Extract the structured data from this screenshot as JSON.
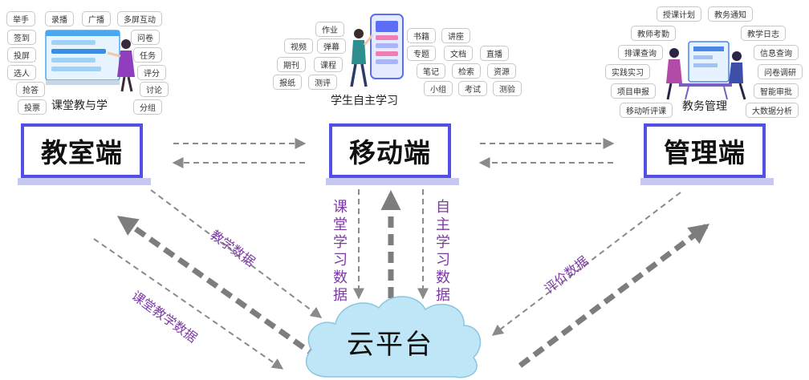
{
  "classroom": {
    "tags": [
      {
        "id": "jushou",
        "text": "举手"
      },
      {
        "id": "lubo",
        "text": "录播"
      },
      {
        "id": "guangbo",
        "text": "广播"
      },
      {
        "id": "duoping",
        "text": "多屏互动"
      },
      {
        "id": "qiandao",
        "text": "签到"
      },
      {
        "id": "wenjuan",
        "text": "问卷"
      },
      {
        "id": "touping",
        "text": "投屏"
      },
      {
        "id": "renwu",
        "text": "任务"
      },
      {
        "id": "xuanren",
        "text": "选人"
      },
      {
        "id": "pingfen",
        "text": "评分"
      },
      {
        "id": "qiangda",
        "text": "抢答"
      },
      {
        "id": "taolun",
        "text": "讨论"
      },
      {
        "id": "toupiao",
        "text": "投票"
      },
      {
        "id": "fenzu",
        "text": "分组"
      }
    ],
    "caption": "课堂教与学"
  },
  "student": {
    "tags": [
      {
        "id": "zuoye",
        "text": "作业"
      },
      {
        "id": "shiping",
        "text": "视频"
      },
      {
        "id": "danmu",
        "text": "弹幕"
      },
      {
        "id": "qikan",
        "text": "期刊"
      },
      {
        "id": "kecheng",
        "text": "课程"
      },
      {
        "id": "baozhi",
        "text": "报纸"
      },
      {
        "id": "ceping",
        "text": "测评"
      },
      {
        "id": "shuji",
        "text": "书籍"
      },
      {
        "id": "jiangzuo",
        "text": "讲座"
      },
      {
        "id": "zhuanti",
        "text": "专题"
      },
      {
        "id": "wendang",
        "text": "文档"
      },
      {
        "id": "zhibo",
        "text": "直播"
      },
      {
        "id": "biji",
        "text": "笔记"
      },
      {
        "id": "jiansuo",
        "text": "检索"
      },
      {
        "id": "ziyuan",
        "text": "资源"
      },
      {
        "id": "xiaozu",
        "text": "小组"
      },
      {
        "id": "kaoshi",
        "text": "考试"
      },
      {
        "id": "ceyan",
        "text": "测验"
      }
    ],
    "caption": "学生自主学习"
  },
  "admin": {
    "tags": [
      {
        "id": "shouke",
        "text": "授课计划"
      },
      {
        "id": "jiaowutongzhi",
        "text": "教务通知"
      },
      {
        "id": "kaoqin",
        "text": "教师考勤"
      },
      {
        "id": "rizhi",
        "text": "教学日志"
      },
      {
        "id": "paike",
        "text": "排课查询"
      },
      {
        "id": "xinxi",
        "text": "信息查询"
      },
      {
        "id": "shijian",
        "text": "实践实习"
      },
      {
        "id": "diaoyan",
        "text": "问卷调研"
      },
      {
        "id": "shenbao",
        "text": "项目申报"
      },
      {
        "id": "shenpi",
        "text": "智能审批"
      },
      {
        "id": "tingke",
        "text": "移动听评课"
      },
      {
        "id": "dashuju",
        "text": "大数据分析"
      }
    ],
    "caption": "教务管理"
  },
  "nodes": {
    "classroom": "教室端",
    "mobile": "移动端",
    "admin": "管理端",
    "cloud": "云平台"
  },
  "flows": {
    "class_learning": "课堂学习数据",
    "self_learning": "自主学习数据",
    "teaching_data": "教学数据",
    "class_teaching_data": "课堂教学数据",
    "evaluation_data": "评价数据"
  },
  "colors": {
    "node_border": "#5050e6",
    "node_shadow": "#c7c9f1",
    "label": "#7b3aa4",
    "dashed_arrow": "#8a8a8a",
    "cloud_fill": "#bfe6f6"
  }
}
